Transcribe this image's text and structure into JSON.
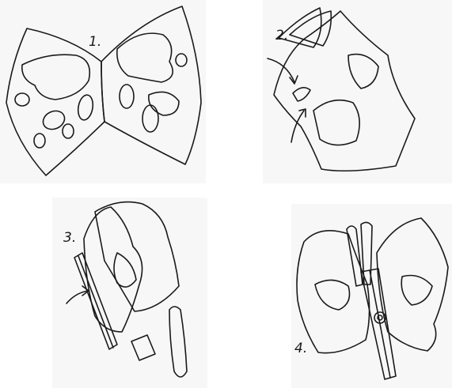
{
  "steps": [
    {
      "label": "1."
    },
    {
      "label": "2."
    },
    {
      "label": "3."
    },
    {
      "label": "4."
    }
  ],
  "colors": {
    "ink": "#1a1a1a",
    "panel": "#f7f7f7",
    "paper": "#ffffff"
  }
}
